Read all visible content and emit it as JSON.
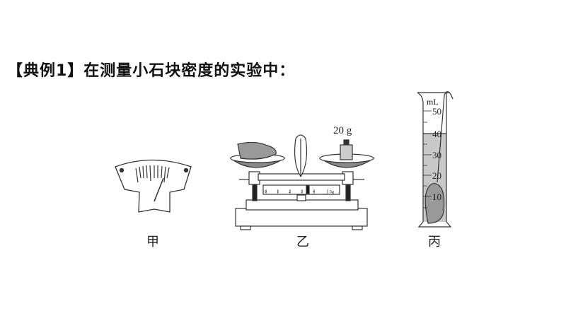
{
  "title": "【典例1】在测量小石块密度的实验中：",
  "figures": {
    "jia": {
      "caption": "甲"
    },
    "yi": {
      "caption": "乙",
      "weight_label": "20 g",
      "beam_scale": [
        "0",
        "1",
        "2",
        "3",
        "4",
        "5g"
      ],
      "rider_value_g": 3.4
    },
    "bing": {
      "caption": "丙",
      "unit": "mL",
      "ticks": [
        "50",
        "40",
        "30",
        "20",
        "10"
      ],
      "water_level_ml": 40
    }
  }
}
